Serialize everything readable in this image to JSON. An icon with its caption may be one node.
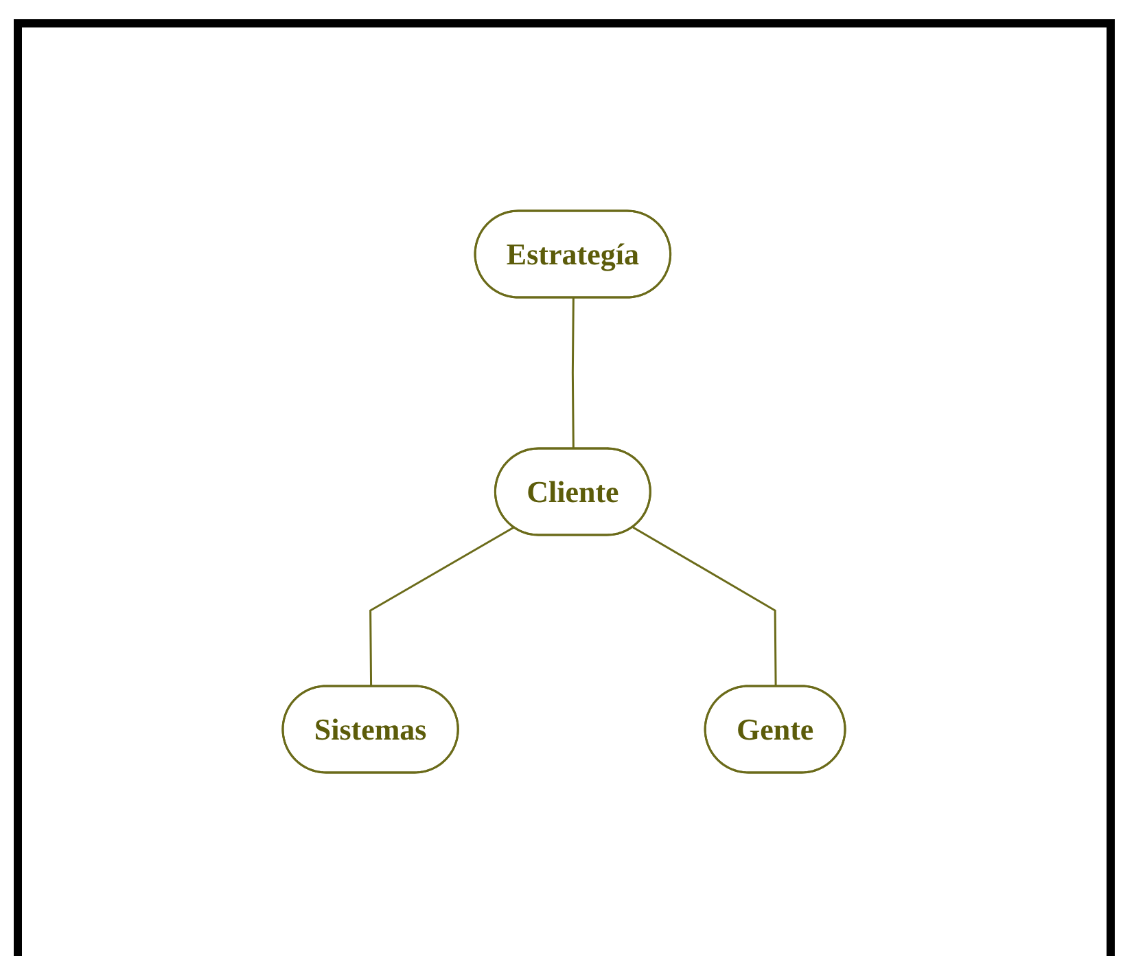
{
  "diagram": {
    "nodes": [
      {
        "text": [
          "Estrategía"
        ]
      },
      {
        "text": [
          "Cliente"
        ]
      },
      {
        "text": [
          "Sistemas"
        ]
      },
      {
        "text": [
          "Gente"
        ]
      }
    ],
    "edges": [
      {
        "from": 0,
        "to": 1,
        "arrow": "none"
      },
      {
        "from": 1,
        "to": 2,
        "arrow": "none"
      },
      {
        "from": 1,
        "to": 3,
        "arrow": "none"
      }
    ]
  }
}
